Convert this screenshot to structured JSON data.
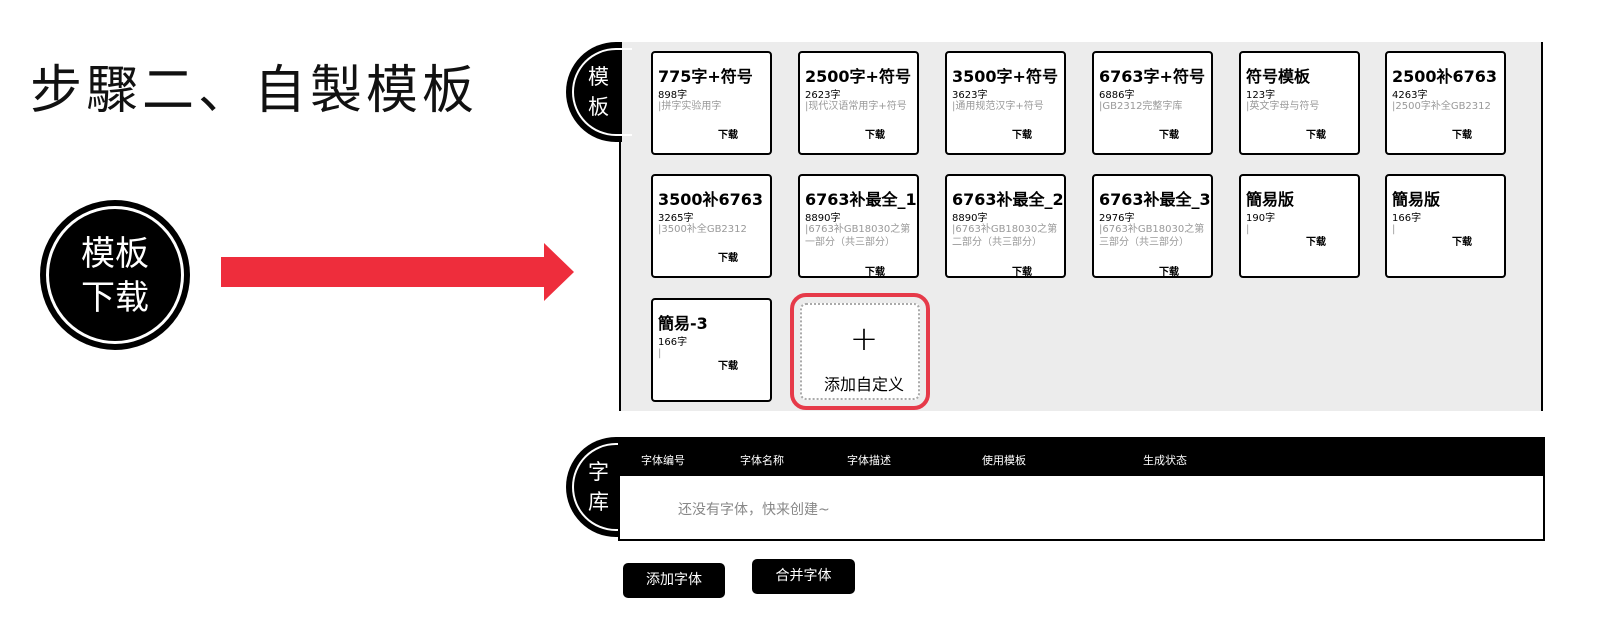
{
  "step_title": "步驟二、自製模板",
  "big_badge": {
    "line1": "模板",
    "line2": "下载"
  },
  "templates_badge": {
    "line1": "模",
    "line2": "板"
  },
  "library_badge": {
    "line1": "字",
    "line2": "库"
  },
  "templates": [
    {
      "title": "775字+符号",
      "count": "898字",
      "desc": "|拼字实验用字",
      "download": "下载"
    },
    {
      "title": "2500字+符号",
      "count": "2623字",
      "desc": "|现代汉语常用字+符号",
      "download": "下载"
    },
    {
      "title": "3500字+符号",
      "count": "3623字",
      "desc": "|通用规范汉字+符号",
      "download": "下载"
    },
    {
      "title": "6763字+符号",
      "count": "6886字",
      "desc": "|GB2312完整字库",
      "download": "下载"
    },
    {
      "title": "符号模板",
      "count": "123字",
      "desc": "|英文字母与符号",
      "download": "下载"
    },
    {
      "title": "2500补6763",
      "count": "4263字",
      "desc": "|2500字补全GB2312",
      "download": "下载"
    },
    {
      "title": "3500补6763",
      "count": "3265字",
      "desc": "|3500补全GB2312",
      "download": "下载"
    },
    {
      "title": "6763补最全_1",
      "count": "8890字",
      "desc": "|6763补GB18030之第一部分（共三部分）",
      "download": "下载"
    },
    {
      "title": "6763补最全_2",
      "count": "8890字",
      "desc": "|6763补GB18030之第二部分（共三部分）",
      "download": "下载"
    },
    {
      "title": "6763补最全_3",
      "count": "2976字",
      "desc": "|6763补GB18030之第三部分（共三部分）",
      "download": "下载"
    },
    {
      "title": "簡易版",
      "count": "190字",
      "desc": "|",
      "download": "下载"
    },
    {
      "title": "簡易版",
      "count": "166字",
      "desc": "|",
      "download": "下载"
    },
    {
      "title": "簡易-3",
      "count": "166字",
      "desc": "|",
      "download": "下载"
    }
  ],
  "add_custom": {
    "plus": "+",
    "label": "添加自定义"
  },
  "library": {
    "columns": [
      "字体编号",
      "字体名称",
      "字体描述",
      "使用模板",
      "生成状态"
    ],
    "empty_text": "还没有字体，快来创建~"
  },
  "buttons": {
    "add_font": "添加字体",
    "merge_font": "合并字体"
  },
  "colors": {
    "arrow": "#ee2d3c",
    "highlight": "#e63a49",
    "panel_bg": "#ececec"
  }
}
